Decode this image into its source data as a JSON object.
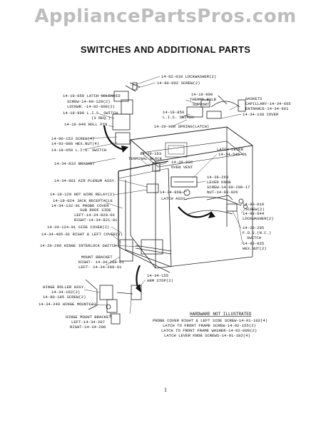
{
  "watermark": "AppliancePartsPros.com",
  "title": "SWITCHES AND ADDITIONAL PARTS",
  "labels": {
    "l1": "14-92-010 LOCKWASHER(2)",
    "l2": "14-90-002 SCREW(2)",
    "l3": "14-19-050 LATCH SOLENOID",
    "l4": "SCREW-14-90-129(2)",
    "l5": "LOCKWR.-14-92-008(2)",
    "l6": "14-19-990 L.I.S. SWITCH",
    "l7": "(3 REQ.)",
    "l8": "14-19-949 ROLL PIN",
    "l9": "14-19-900",
    "l10": "THERMO.BULB",
    "l11": "SUPPORT",
    "l12": "14-19-859",
    "l13": "L.I.S. SWITCH",
    "l14": "GASKETS",
    "l15": "CAPILLARY-14-34-665",
    "l16": "ENTRANCE-14-34-661",
    "l17": "14-34-138 COVER",
    "l18": "14-29-960 SPRING(LATCH)",
    "l19": "14-90-153 SCREW(4)",
    "l20": "14-93-086 HEX.NUT(4)",
    "l21": "14-19-059 L.I.S. SWITCH",
    "l22": "14-34-833 BRACKET",
    "l23": "14-29-163",
    "l24": "TERMINAL BLOCK",
    "l25": "14-39-026",
    "l26": "OVEN VENT",
    "l27": "LATCH LEVER",
    "l28": "14-34-545-01",
    "l29": "14-34-861 AIR PLENUM ASSY.",
    "l30": "14-39-269",
    "l31": "LEVER KNOB",
    "l32": "SCREW-14-90-200-17",
    "l33": "NUT-14-93-026",
    "l34": "14-34-860",
    "l35": "LATCH ASSY.",
    "l36": "14-19-129 HOT WIRE RELAY(2)",
    "l37": "14-19-024 JACK RECEPTACLE",
    "l38": "14-34-132-01 PROBE COVER",
    "l39": "SUB ROOF SIDE",
    "l40": "LEFT-14-34-820-01",
    "l41": "RIGHT-14-34-821-01",
    "l42": "14-90-010",
    "l43": "SCREW(2)",
    "l44": "14-98-644",
    "l45": "LOCKWASHER(2)",
    "l46": "14-29-295",
    "l47": "F.D.S.(N.C.)",
    "l48": "SWITCH",
    "l49": "14-93-025",
    "l50": "HEX.NUT(2)",
    "l51": "14-34-124-01 SIDE COVER(2)",
    "l52": "14-34-495-01 RIGHT & LEFT COVER(2)",
    "l53": "14-29-296 HINGE INTERLOCK SWITCH",
    "l54": "MOUNT BRACKET",
    "l55": "RIGHT- 14-34-288-01",
    "l56": "LEFT- 14-34-289-01",
    "l57": "14-34-155",
    "l58": "ARM STOP(2)",
    "l59": "HINGE ROLLER ASSY.",
    "l60": "14-34-162(2)",
    "l61": "14-90-185 SCREW(2)",
    "l62": "14-34-249 HINGE MOUNT(2)",
    "l63": "HINGE MOUNT BRACKET",
    "l64": "LEFT-14-34-207",
    "l65": "RIGHT-14-34-206"
  },
  "hardware": {
    "heading": "HARDWARE NOT ILLUSTRATED",
    "lines": [
      "PROBE COVER RIGHT & LEFT SIDE SCREW-14-91-102(4)",
      "LATCH TO FRONT FRAME SCREW-14-92-155(2)",
      "LATCH TO FRONT FRAME WASHER-14-92-009(2)",
      "LATCH LEVER KNOB SCREWS-14-91-102(4)"
    ]
  },
  "page_number": "1"
}
